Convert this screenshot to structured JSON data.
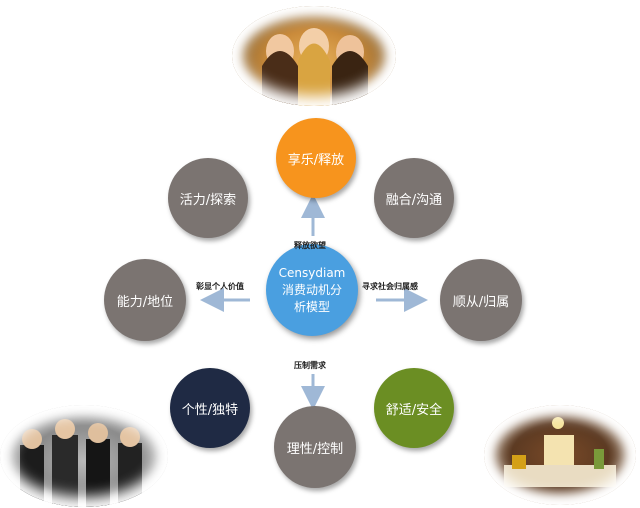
{
  "center": {
    "line1": "Censydiam",
    "line2": "消费动机分",
    "line3": "析模型"
  },
  "nodes": {
    "top": {
      "label": "享乐/释放",
      "color": "#f7941d"
    },
    "upper_right": {
      "label": "融合/沟通",
      "color": "#7b7471"
    },
    "right": {
      "label": "顺从/归属",
      "color": "#7b7471"
    },
    "lower_right": {
      "label": "舒适/安全",
      "color": "#6b8e23"
    },
    "bottom": {
      "label": "理性/控制",
      "color": "#7b7471"
    },
    "lower_left": {
      "label": "个性/独特",
      "color": "#1f2a44"
    },
    "left": {
      "label": "能力/地位",
      "color": "#7b7471"
    },
    "upper_left": {
      "label": "活力/探索",
      "color": "#7b7471"
    }
  },
  "arrows": {
    "up": "释放欲望",
    "down": "压制需求",
    "left": "彰显个人价值",
    "right": "寻求社会归属感"
  },
  "photos": {
    "top": "young-women-photo",
    "bottom_left": "young-men-group-photo",
    "bottom_right": "living-room-photo"
  }
}
